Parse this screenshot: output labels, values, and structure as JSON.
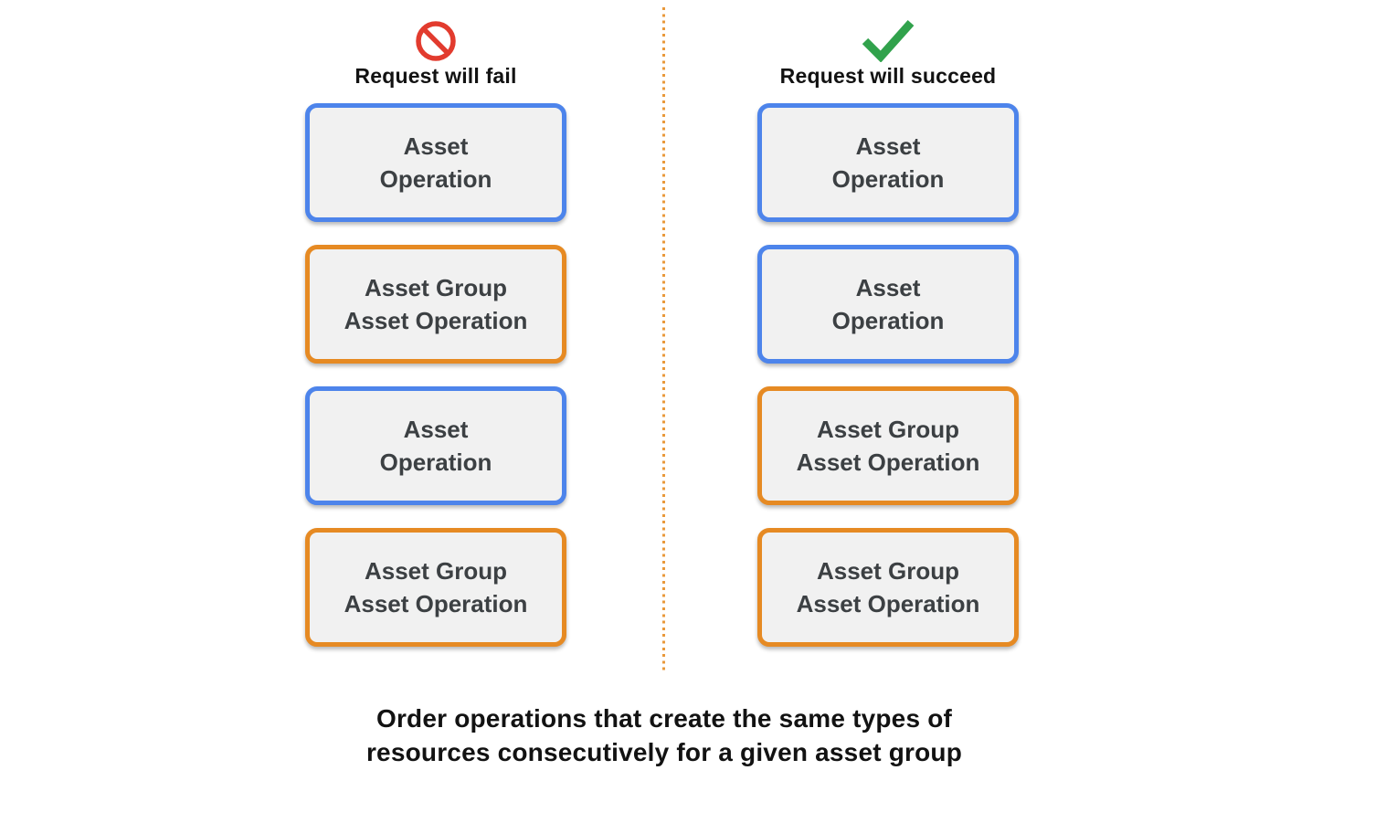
{
  "colors": {
    "blue_border": "#4D84EB",
    "orange_border": "#E68A23",
    "red_icon": "#E23B2E",
    "green_icon": "#31A24C",
    "divider_dot": "#E9993B",
    "box_background": "#F1F1F1",
    "box_text": "#3C4043"
  },
  "fail_column": {
    "title": "Request will fail",
    "icon": "no-entry-icon",
    "boxes": [
      {
        "kind": "asset-operation",
        "line1": "Asset",
        "line2": "Operation"
      },
      {
        "kind": "asset-group-asset-operation",
        "line1": "Asset Group",
        "line2": "Asset Operation"
      },
      {
        "kind": "asset-operation",
        "line1": "Asset",
        "line2": "Operation"
      },
      {
        "kind": "asset-group-asset-operation",
        "line1": "Asset Group",
        "line2": "Asset Operation"
      }
    ]
  },
  "succeed_column": {
    "title": "Request will succeed",
    "icon": "checkmark-icon",
    "boxes": [
      {
        "kind": "asset-operation",
        "line1": "Asset",
        "line2": "Operation"
      },
      {
        "kind": "asset-operation",
        "line1": "Asset",
        "line2": "Operation"
      },
      {
        "kind": "asset-group-asset-operation",
        "line1": "Asset Group",
        "line2": "Asset Operation"
      },
      {
        "kind": "asset-group-asset-operation",
        "line1": "Asset Group",
        "line2": "Asset Operation"
      }
    ]
  },
  "caption": {
    "line1": "Order operations that create the same types of",
    "line2": "resources consecutively for a given asset group"
  }
}
